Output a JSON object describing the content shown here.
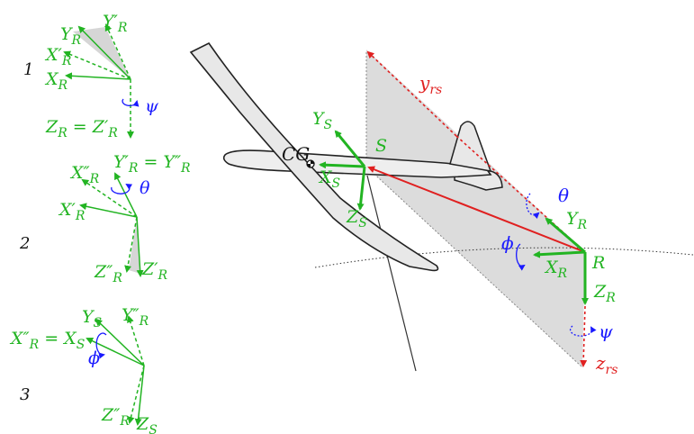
{
  "colors": {
    "frame": "#22b422",
    "rotation": "#1a1aff",
    "vector": "#e02020",
    "shade": "#dcdcdc"
  },
  "steps": [
    {
      "number": "1",
      "labels": {
        "yr": "Y",
        "yr_sub": "R",
        "yr1": "Y′",
        "yr1_sub": "R",
        "xr1": "X′",
        "xr1_sub": "R",
        "xr": "X",
        "xr_sub": "R",
        "eq_lhs": "Z",
        "eq_lhs_sub": "R",
        "eq_mid": " = Z′",
        "eq_mid_sub": "R"
      },
      "angle": "ψ"
    },
    {
      "number": "2",
      "labels": {
        "xr2": "X″",
        "xr2_sub": "R",
        "yr_eq": "Y′",
        "yr_eq_sub": "R",
        "yr_eq2": " = Y″",
        "yr_eq2_sub": "R",
        "xr1": "X′",
        "xr1_sub": "R",
        "zr2": "Z″",
        "zr2_sub": "R",
        "zr1": "Z′",
        "zr1_sub": "R"
      },
      "angle": "θ"
    },
    {
      "number": "3",
      "labels": {
        "xr_eq": "X″",
        "xr_eq_sub": "R",
        "xr_eq2": " = X",
        "xr_eq2_sub": "S",
        "ys": "Y",
        "ys_sub": "S",
        "yr2": "Y″",
        "yr2_sub": "R",
        "zr2": "Z″",
        "zr2_sub": "R",
        "zs": "Z",
        "zs_sub": "S"
      },
      "angle": "ϕ"
    }
  ],
  "main": {
    "cg": "CG",
    "s_origin": "S",
    "ys": "Y",
    "ys_sub": "S",
    "xs": "X",
    "xs_sub": "S",
    "zs": "Z",
    "zs_sub": "S",
    "r_origin": "R",
    "yr": "Y",
    "yr_sub": "R",
    "xr": "X",
    "xr_sub": "R",
    "zr": "Z",
    "zr_sub": "R",
    "theta": "θ",
    "phi": "ϕ",
    "psi": "ψ",
    "y_rs": "y",
    "y_rs_sub": "rs",
    "z_rs": "z",
    "z_rs_sub": "rs"
  }
}
